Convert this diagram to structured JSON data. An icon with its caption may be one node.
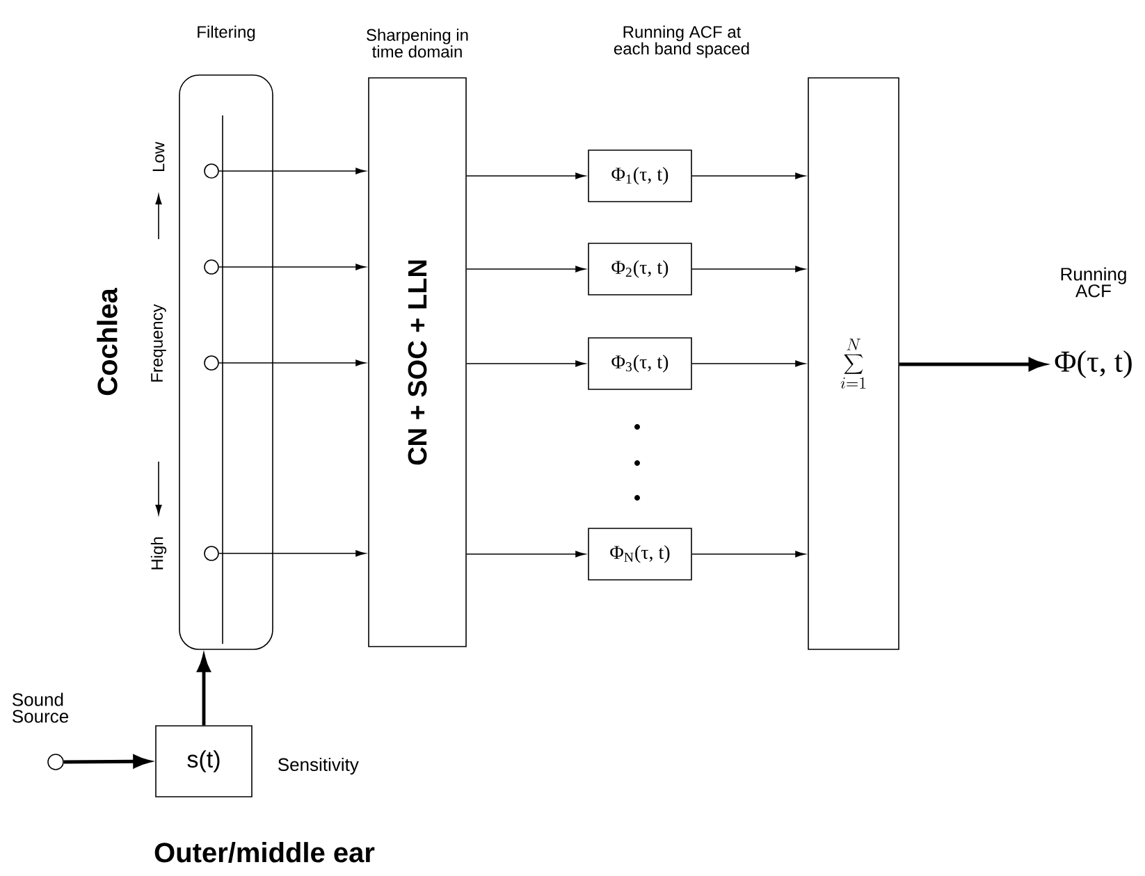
{
  "diagram": {
    "nodes": [
      {
        "text": [
          "Filtering"
        ]
      },
      {
        "text": [],
        "shape": "circle",
        "in": 0
      },
      {
        "text": [],
        "shape": "circle",
        "in": 0
      },
      {
        "text": [],
        "shape": "circle",
        "in": 0
      },
      {
        "text": [],
        "shape": "circle",
        "in": 0
      },
      {
        "text": [
          "Sharpening in time domain",
          "CN + SOC + LLN"
        ]
      },
      {
        "text": [
          "Φ$_{1}$(τ, t)"
        ]
      },
      {
        "text": [
          "Φ$_{2}$(τ, t)"
        ]
      },
      {
        "text": [
          "Φ$_{3}$(τ, t)"
        ]
      },
      {
        "text": [
          "Φ$_{N}$(τ, t)"
        ]
      },
      {
        "text": [
          "\\sum_{i=1}^{N}"
        ]
      },
      {
        "text": [
          "Running ACF",
          "Φ(τ, t)"
        ]
      },
      {
        "text": [],
        "shape": "circle",
        "beside": [
          "Sound Source"
        ]
      },
      {
        "text": [
          "s(t)"
        ],
        "beside": [
          "Sensitivity"
        ]
      }
    ],
    "edges": [
      {
        "from": 1,
        "to": 5,
        "arrow": "to"
      },
      {
        "from": 2,
        "to": 5,
        "arrow": "to"
      },
      {
        "from": 3,
        "to": 5,
        "arrow": "to"
      },
      {
        "from": 4,
        "to": 5,
        "arrow": "to"
      },
      {
        "from": 5,
        "to": 6,
        "arrow": "to"
      },
      {
        "from": 5,
        "to": 7,
        "arrow": "to"
      },
      {
        "from": 5,
        "to": 8,
        "arrow": "to"
      },
      {
        "from": 5,
        "to": 9,
        "arrow": "to"
      },
      {
        "from": 6,
        "to": 10,
        "arrow": "to"
      },
      {
        "from": 7,
        "to": 10,
        "arrow": "to"
      },
      {
        "from": 8,
        "to": 10,
        "arrow": "to"
      },
      {
        "from": 9,
        "to": 10,
        "arrow": "to"
      },
      {
        "from": 10,
        "to": 11,
        "arrow": "to",
        "style": "thick"
      },
      {
        "from": 12,
        "to": 13,
        "arrow": "to",
        "style": "thick"
      },
      {
        "from": 13,
        "to": 0,
        "arrow": "to",
        "style": "thick"
      }
    ],
    "labels": [
      "Running ACF at each band spaced",
      "Cochlea",
      "Low",
      "Frequency",
      "High",
      "Outer/middle ear"
    ]
  }
}
